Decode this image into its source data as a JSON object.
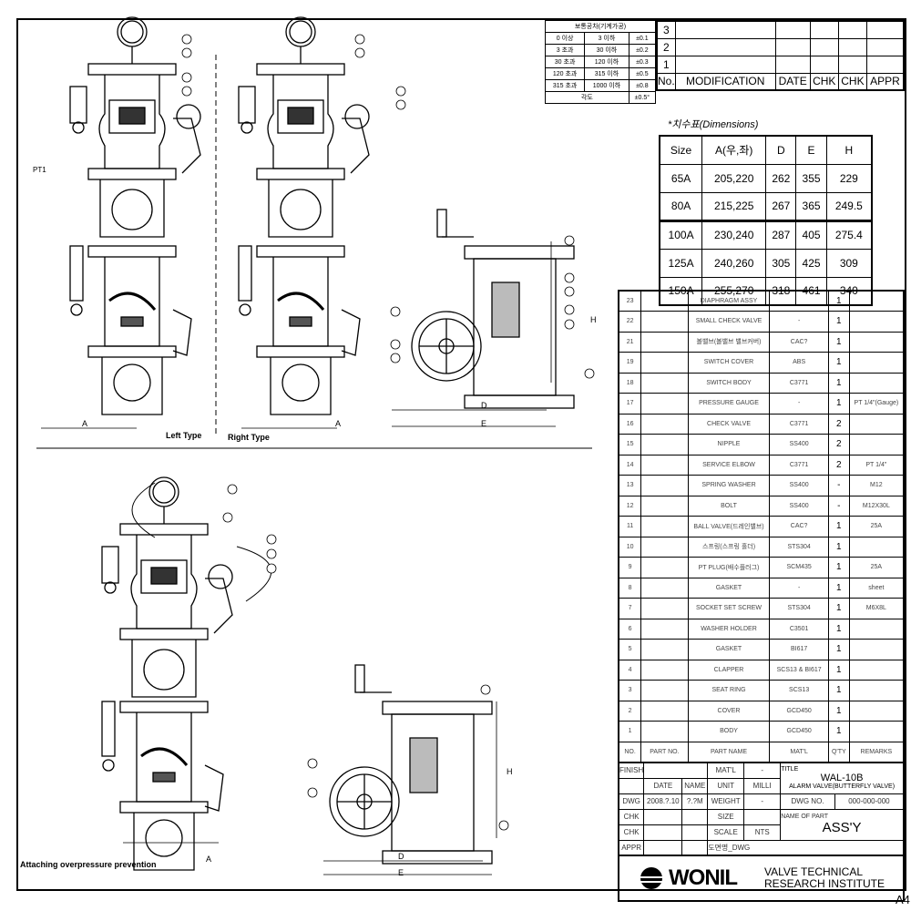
{
  "tolerance": {
    "header": "보통공차(기계가공)",
    "rows": [
      [
        "0 이상",
        "3 이하",
        "±0.1"
      ],
      [
        "3 초과",
        "30 이하",
        "±0.2"
      ],
      [
        "30 초과",
        "120 이하",
        "±0.3"
      ],
      [
        "120 초과",
        "315 이하",
        "±0.5"
      ],
      [
        "315 초과",
        "1000 이하",
        "±0.8"
      ]
    ],
    "angle": [
      "각도",
      "±0.5°"
    ]
  },
  "revision": {
    "marks": [
      "3",
      "2",
      "1"
    ],
    "headers": [
      "No.",
      "MODIFICATION",
      "DATE",
      "CHK",
      "CHK",
      "APPR"
    ]
  },
  "dimensions": {
    "caption": "*치수표(Dimensions)",
    "headers": [
      "Size",
      "A(우,좌)",
      "D",
      "E",
      "H"
    ],
    "rows": [
      [
        "65A",
        "205,220",
        "262",
        "355",
        "229"
      ],
      [
        "80A",
        "215,225",
        "267",
        "365",
        "249.5"
      ],
      [
        "100A",
        "230,240",
        "287",
        "405",
        "275.4"
      ],
      [
        "125A",
        "240,260",
        "305",
        "425",
        "309"
      ],
      [
        "150A",
        "255,270",
        "318",
        "461",
        "340"
      ]
    ]
  },
  "parts": {
    "headers": [
      "NO.",
      "PART NO.",
      "PART NAME",
      "MAT'L",
      "Q'TY",
      "REMARKS"
    ],
    "rows": [
      [
        "23",
        "",
        "DIAPHRAGM ASSY",
        "",
        "1",
        ""
      ],
      [
        "22",
        "",
        "SMALL CHECK VALVE",
        "-",
        "1",
        ""
      ],
      [
        "21",
        "",
        "볼밸브(볼밸브 밸브커버)",
        "CAC?",
        "1",
        ""
      ],
      [
        "19",
        "",
        "SWITCH COVER",
        "ABS",
        "1",
        ""
      ],
      [
        "18",
        "",
        "SWITCH BODY",
        "C3771",
        "1",
        ""
      ],
      [
        "17",
        "",
        "PRESSURE GAUGE",
        "-",
        "1",
        "PT 1/4\"(Gauge)"
      ],
      [
        "16",
        "",
        "CHECK VALVE",
        "C3771",
        "2",
        ""
      ],
      [
        "15",
        "",
        "NIPPLE",
        "SS400",
        "2",
        ""
      ],
      [
        "14",
        "",
        "SERVICE ELBOW",
        "C3771",
        "2",
        "PT 1/4\""
      ],
      [
        "13",
        "",
        "SPRING WASHER",
        "SS400",
        "-",
        "M12"
      ],
      [
        "12",
        "",
        "BOLT",
        "SS400",
        "-",
        "M12X30L"
      ],
      [
        "11",
        "",
        "BALL VALVE(드레인밸브)",
        "CAC?",
        "1",
        "25A"
      ],
      [
        "10",
        "",
        "스프링(스프링 홀더)",
        "STS304",
        "1",
        ""
      ],
      [
        "9",
        "",
        "PT PLUG(배수플러그)",
        "SCM435",
        "1",
        "25A"
      ],
      [
        "8",
        "",
        "GASKET",
        "-",
        "1",
        "sheet"
      ],
      [
        "7",
        "",
        "SOCKET SET SCREW",
        "STS304",
        "1",
        "M6X8L"
      ],
      [
        "6",
        "",
        "WASHER HOLDER",
        "C3501",
        "1",
        ""
      ],
      [
        "5",
        "",
        "GASKET",
        "BI617",
        "1",
        ""
      ],
      [
        "4",
        "",
        "CLAPPER",
        "SCS13 & BI617",
        "1",
        ""
      ],
      [
        "3",
        "",
        "SEAT RING",
        "SCS13",
        "1",
        ""
      ],
      [
        "2",
        "",
        "COVER",
        "GCD450",
        "1",
        ""
      ],
      [
        "1",
        "",
        "BODY",
        "GCD450",
        "1",
        ""
      ]
    ]
  },
  "title_block": {
    "finish": "FINISH",
    "matl": "MAT'L",
    "matl_val": "-",
    "title_lbl": "TITLE",
    "title": "WAL-10B",
    "subtitle": "ALARM VALVE(BUTTERFLY VALVE)",
    "date": "DATE",
    "name": "NAME",
    "unit": "UNIT",
    "unit_val": "MILLI",
    "dwg": "DWG",
    "dwg_date": "2008.?.10",
    "dwg_name": "?.?M",
    "weight": "WEIGHT",
    "weight_val": "-",
    "dwg_no_lbl": "DWG NO.",
    "dwg_no": "000-000-000",
    "chk": "CHK",
    "size": "SIZE",
    "part_name_lbl": "NAME OF PART",
    "part_name": "ASS'Y",
    "chk2": "CHK",
    "scale": "SCALE",
    "scale_val": "NTS",
    "appr": "APPR",
    "dwg_title": "도면명_DWG",
    "logo": "WONIL",
    "institute1": "VALVE TECHNICAL",
    "institute2": "RESEARCH INSTITUTE"
  },
  "sheet_size": "A4",
  "drawing": {
    "left_type": "Left Type",
    "right_type": "Right Type",
    "overpressure": "Attaching overpressure prevention",
    "dim_a": "A",
    "dim_d": "D",
    "dim_e": "E",
    "dim_h": "H",
    "pt": "PT1"
  }
}
